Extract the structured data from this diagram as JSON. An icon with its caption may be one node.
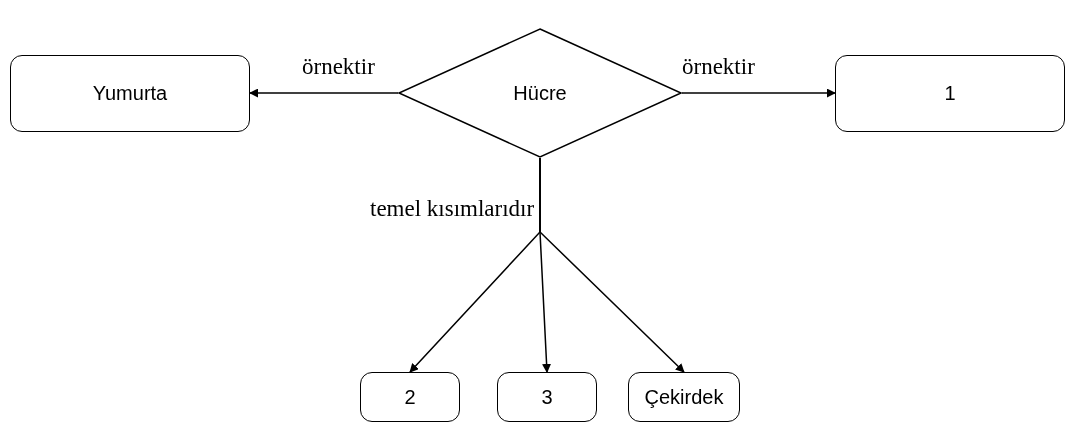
{
  "diagram": {
    "nodes": [
      {
        "text": [
          "Yumurta"
        ]
      },
      {
        "text": [
          "Hücre"
        ]
      },
      {
        "text": [
          "1"
        ]
      },
      {
        "text": [
          "2"
        ]
      },
      {
        "text": [
          "3"
        ]
      },
      {
        "text": [
          "Çekirdek"
        ]
      }
    ],
    "edges": [
      {
        "from": 1,
        "to": 0,
        "arrow": "to",
        "label": "örnektir"
      },
      {
        "from": 1,
        "to": 2,
        "arrow": "to",
        "label": "örnektir"
      },
      {
        "from": 1,
        "to": 3,
        "arrow": "to"
      },
      {
        "from": 1,
        "to": 4,
        "arrow": "to",
        "label": "temel kısımlarıdır"
      },
      {
        "from": 1,
        "to": 5,
        "arrow": "to"
      }
    ]
  }
}
